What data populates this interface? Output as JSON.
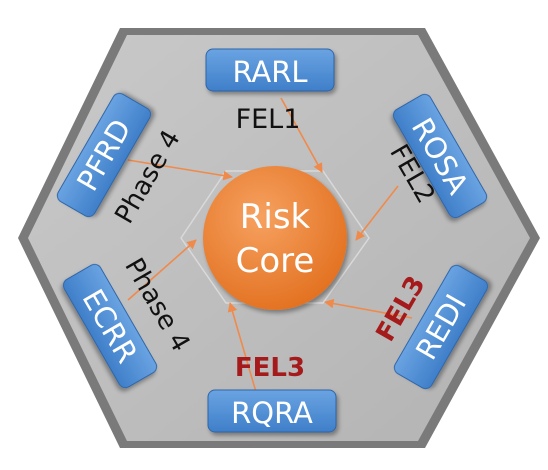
{
  "core": {
    "line1": "Risk",
    "line2": "Core"
  },
  "boxes": {
    "top": "RARL",
    "upper_right": "ROSA",
    "lower_right": "REDI",
    "bottom": "RQRA",
    "lower_left": "ECRR",
    "upper_left": "PFRD"
  },
  "arrow_labels": {
    "top": "FEL1",
    "upper_right": "FEL2",
    "lower_right": "FEL3",
    "bottom": "FEL3",
    "upper_left": "Phase 4",
    "lower_left": "Phase 4"
  },
  "colors": {
    "hexagon_fill": "#bdbdbd",
    "hexagon_edge": "#6b6b6b",
    "box_fill": "#4f8fd6",
    "box_text": "#ffffff",
    "core_fill": "#ee7f33",
    "arrow": "#f08a4b",
    "label_dark": "#111111",
    "label_red": "#a51a1a"
  }
}
